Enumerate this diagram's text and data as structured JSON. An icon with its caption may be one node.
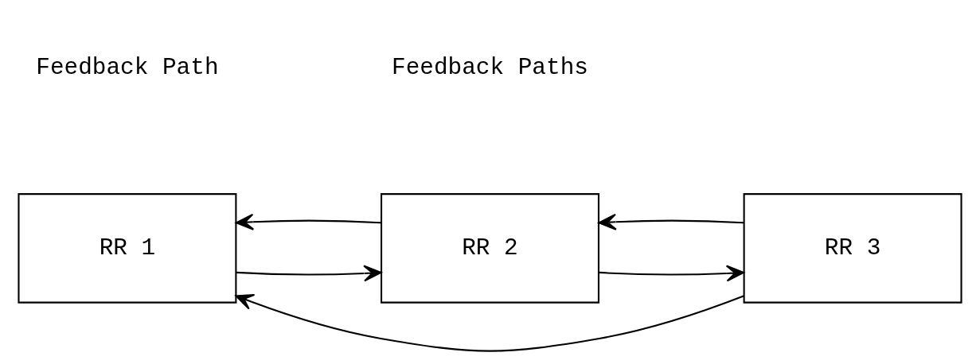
{
  "diagram": {
    "nodes": [
      {
        "text": [
          "RR 1"
        ]
      },
      {
        "text": [
          "RR 2"
        ]
      },
      {
        "text": [
          "RR 3"
        ]
      }
    ],
    "edges": [
      {
        "from": 0,
        "to": 1,
        "arrow": "to"
      },
      {
        "from": 1,
        "to": 2,
        "arrow": "to"
      },
      {
        "from": 1,
        "to": 0,
        "arrow": "to"
      },
      {
        "from": 2,
        "to": 1,
        "arrow": "to"
      },
      {
        "from": 2,
        "to": 0,
        "arrow": "to"
      }
    ],
    "labels": [
      "Feedback Path",
      "Feedback Paths"
    ]
  }
}
